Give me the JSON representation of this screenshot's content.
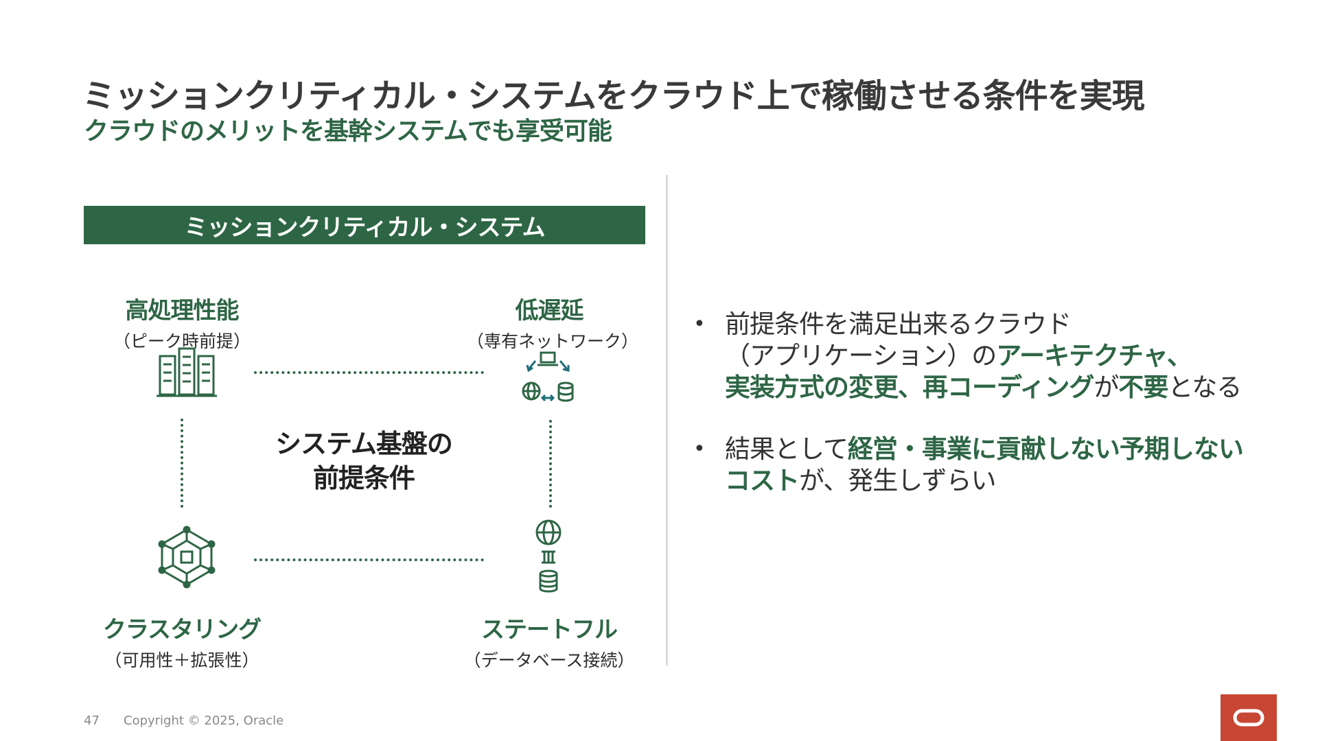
{
  "header": {
    "title": "ミッションクリティカル・システムをクラウド上で稼働させる条件を実現",
    "subtitle": "クラウドのメリットを基幹システムでも享受可能"
  },
  "diagram": {
    "banner": "ミッションクリティカル・システム",
    "center_line1": "システム基盤の",
    "center_line2": "前提条件",
    "top_left": {
      "main": "高処理性能",
      "sub": "（ピーク時前提）",
      "icon": "server-rack-icon"
    },
    "top_right": {
      "main": "低遅延",
      "sub": "（専有ネットワーク）",
      "icon": "network-cycle-icon"
    },
    "bottom_left": {
      "main": "クラスタリング",
      "sub": "（可用性＋拡張性）",
      "icon": "cluster-mesh-icon"
    },
    "bottom_right": {
      "main": "ステートフル",
      "sub": "（データベース接続）",
      "icon": "globe-database-icon"
    }
  },
  "bullets": {
    "b1": {
      "t1": "前提条件を満足出来るクラウド",
      "t2": "（アプリケーション）の",
      "e1": "アーキテクチャ、",
      "e2": "実装方式の変更、再コーディング",
      "t3": "が",
      "e3": "不要",
      "t4": "となる"
    },
    "b2": {
      "t1": "結果として",
      "e1": "経営・事業に貢献しない予期しない",
      "e2": "コスト",
      "t2": "が、発生しずらい"
    }
  },
  "footer": {
    "page_number": "47",
    "copyright": "Copyright © 2025, Oracle"
  },
  "colors": {
    "accent_green": "#2e6645",
    "oracle_red": "#c74634"
  }
}
